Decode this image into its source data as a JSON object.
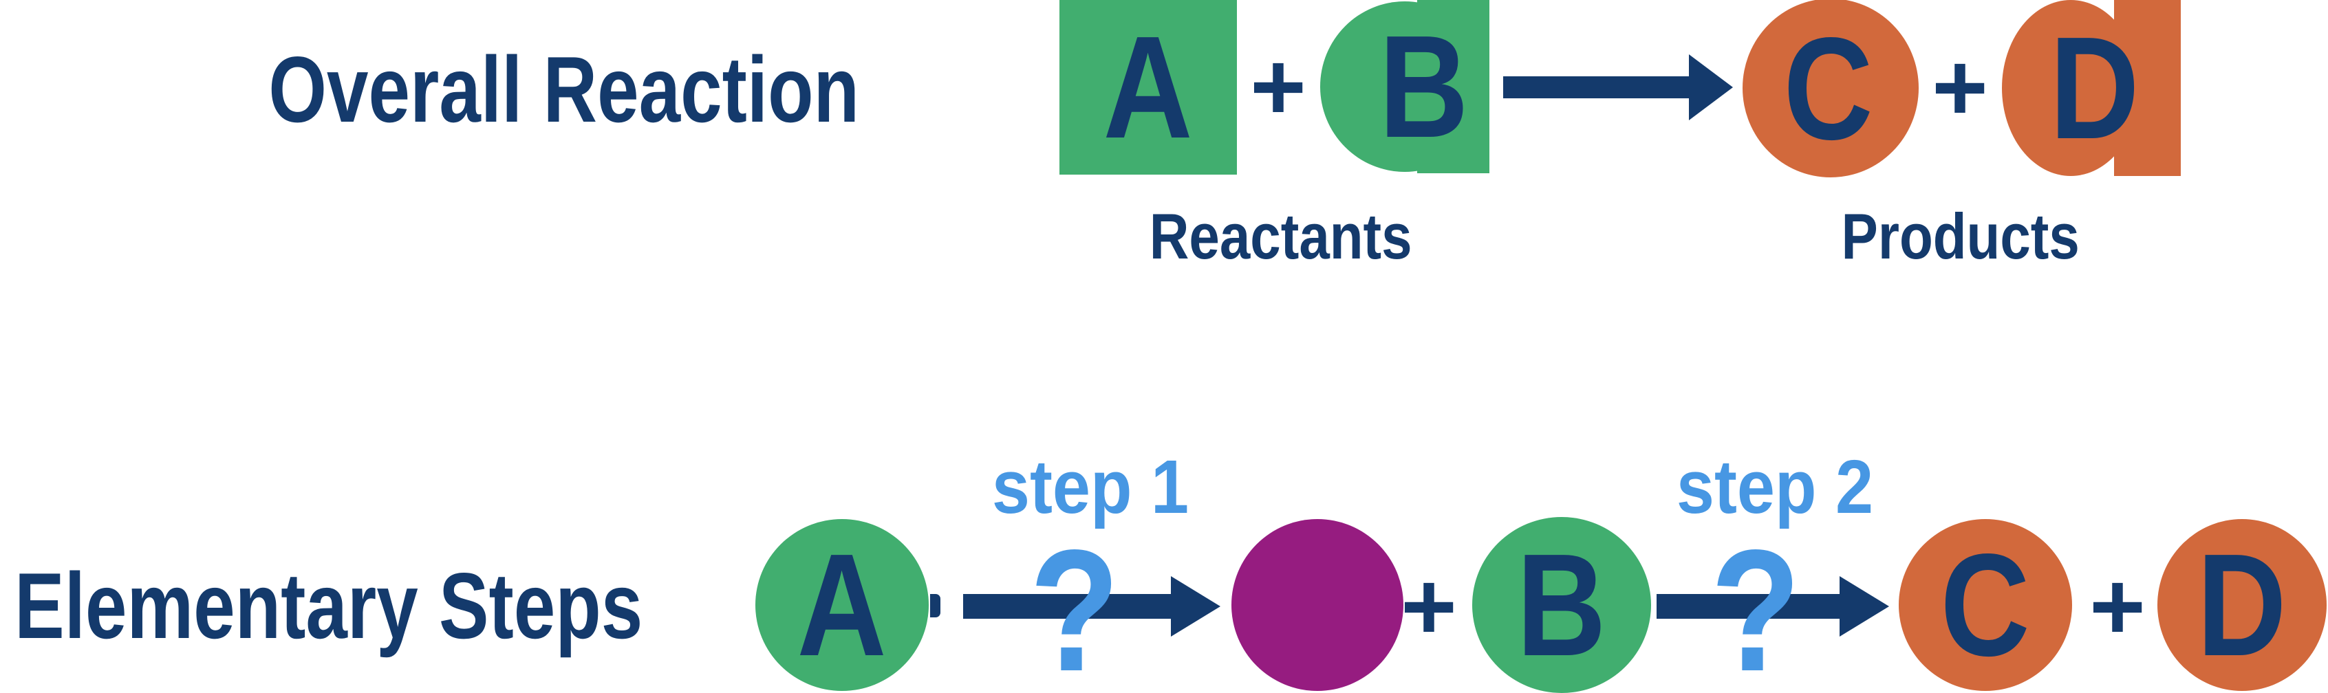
{
  "colors": {
    "background": "#FFFFFF",
    "navy": "#143A6C",
    "green": "#41AE6F",
    "orange": "#D2693C",
    "purple": "#961C80",
    "light_blue": "#4797E3"
  },
  "overall_reaction": {
    "title": "Overall Reaction",
    "reactant_a": "A",
    "plus_reactants": "+",
    "reactant_b": "B",
    "product_c": "C",
    "plus_products": "+",
    "product_d": "D",
    "reactants_label": "Reactants",
    "products_label": "Products"
  },
  "elementary_steps": {
    "title": "Elementary Steps",
    "molecule_a": "A",
    "step1": {
      "label": "step 1",
      "question_mark": "?"
    },
    "plus_1": "+",
    "molecule_b": "B",
    "step2": {
      "label": "step 2",
      "question_mark": "?"
    },
    "product_c": "C",
    "plus_2": "+",
    "product_d": "D"
  }
}
